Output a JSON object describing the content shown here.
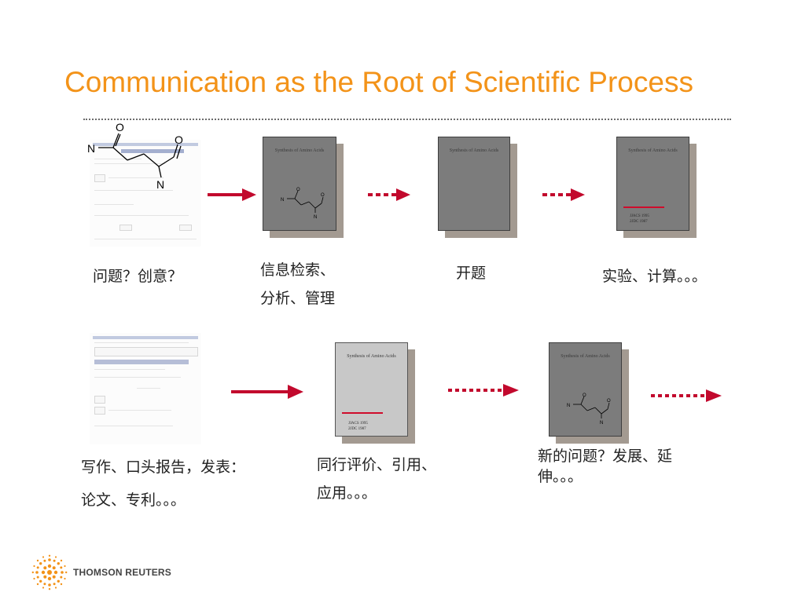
{
  "title": "Communication as the Root of Scientific Process",
  "document": {
    "title": "Synthesis of Amino Acids",
    "refs": "JJACS 1995\n2JDC 1987",
    "atom_n": "N",
    "atom_o": "O"
  },
  "molecule_labels": {
    "n1": "N",
    "o1": "O",
    "o2": "O",
    "n2": "N"
  },
  "captions": {
    "question": "问题？创意？",
    "search": "信息检索、\n分析、管理",
    "proposal": "开题",
    "experiment": "实验、计算。。。",
    "writing": "写作、口头报告，发表：\n论文、专利。。。",
    "review": "同行评价、引用、\n应用。。。",
    "new_question": "新的问题？发展、延\n伸。。。"
  },
  "logo": {
    "text": "THOMSON REUTERS"
  },
  "colors": {
    "title": "#f39319",
    "arrow": "#c2092d",
    "logo": "#f39319"
  }
}
